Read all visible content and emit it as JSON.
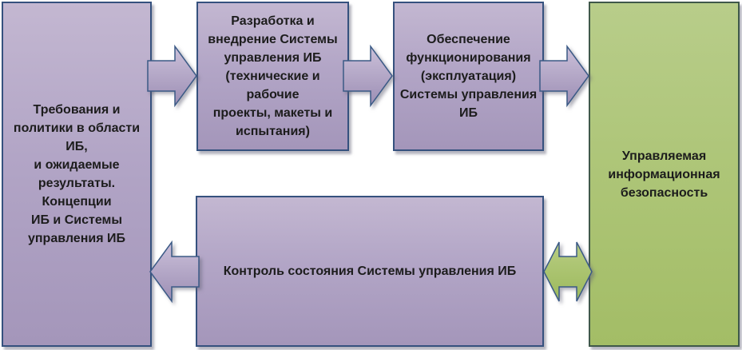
{
  "diagram": {
    "boxes": {
      "requirements": {
        "text": "Требования и\nполитики в области\nИБ,\nи ожидаемые\nрезультаты.\nКонцепции\nИБ и Системы\nуправления ИБ"
      },
      "development": {
        "text": "Разработка и\nвнедрение Системы\nуправления ИБ\n(технические и\nрабочие\nпроекты, макеты и\nиспытания)"
      },
      "operation": {
        "text": "Обеспечение\nфункционирования\n(эксплуатация)\nСистемы управления\nИБ"
      },
      "managed_security": {
        "text": "Управляемая\nинформационная\nбезопасность"
      },
      "control": {
        "text": "Контроль состояния Системы управления ИБ"
      }
    },
    "arrows": [
      {
        "name": "requirements-to-development",
        "direction": "right",
        "color": "purple"
      },
      {
        "name": "development-to-operation",
        "direction": "right",
        "color": "purple"
      },
      {
        "name": "operation-to-managed-security",
        "direction": "right",
        "color": "purple"
      },
      {
        "name": "control-to-requirements",
        "direction": "left",
        "color": "purple"
      },
      {
        "name": "control-managed-security-bidirectional",
        "direction": "both",
        "color": "green"
      }
    ],
    "colors": {
      "purple_box_top": "#c3b7d1",
      "purple_box_bottom": "#a496ba",
      "purple_box_border": "#35517e",
      "green_box_top": "#b8cd8a",
      "green_box_bottom": "#a3bd66",
      "green_box_border": "#3f584a",
      "arrow_purple_top": "#cbc0d9",
      "arrow_purple_bottom": "#9c8eb4",
      "arrow_green_top": "#b8cd82",
      "arrow_green_bottom": "#9cb95c",
      "arrow_outline": "#3b5a86",
      "text": "#1c1c1c",
      "background": "#ffffff"
    }
  }
}
